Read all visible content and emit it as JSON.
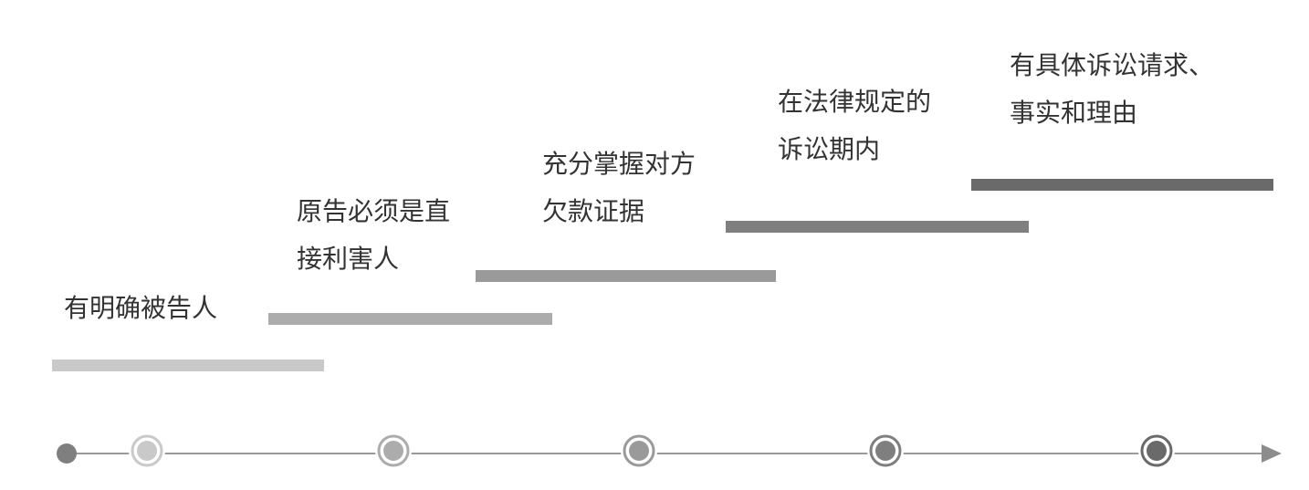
{
  "steps": [
    {
      "lines": [
        "有明确被告人"
      ],
      "color": "#c9c9c9"
    },
    {
      "lines": [
        "原告必须是直",
        "接利害人"
      ],
      "color": "#acacac"
    },
    {
      "lines": [
        "充分掌握对方",
        "欠款证据"
      ],
      "color": "#9a9a9a"
    },
    {
      "lines": [
        "在法律规定的",
        "诉讼期内"
      ],
      "color": "#7f7f7f"
    },
    {
      "lines": [
        "有具体诉讼请求、",
        "事实和理由"
      ],
      "color": "#6a6a6a"
    }
  ],
  "timeline": {
    "line_color": "#9a9a9a",
    "start_dot_color": "#7f7f7f",
    "arrow_color": "#8c8c8c"
  }
}
